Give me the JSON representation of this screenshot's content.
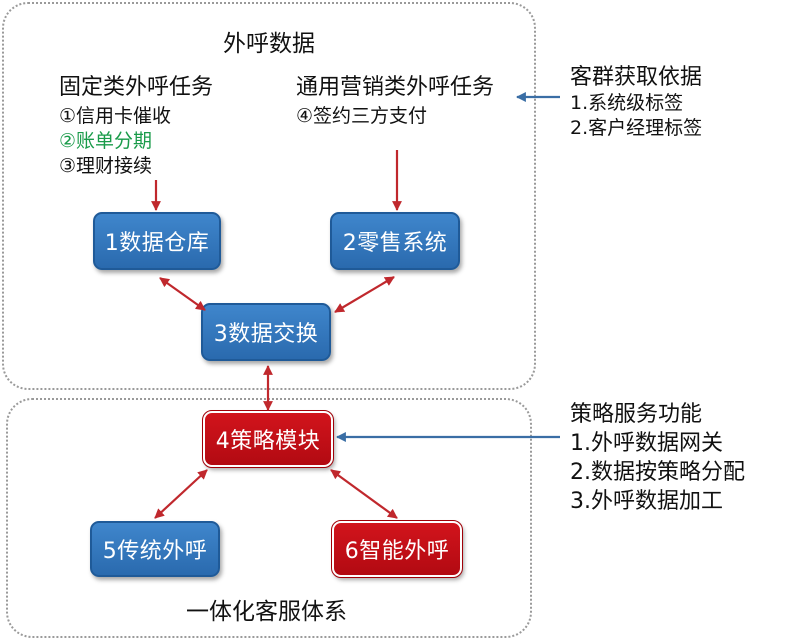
{
  "top_panel": {
    "title": "外呼数据"
  },
  "bottom_panel": {
    "title": "一体化客服体系"
  },
  "fixed_tasks": {
    "heading": "固定类外呼任务",
    "items": [
      "①信用卡催收",
      "②账单分期",
      "③理财接续"
    ]
  },
  "marketing_tasks": {
    "heading": "通用营销类外呼任务",
    "items": [
      "④签约三方支付"
    ]
  },
  "customer_basis": {
    "heading": "客群获取依据",
    "items": [
      "1.系统级标签",
      "2.客户经理标签"
    ]
  },
  "strategy_functions": {
    "heading": "策略服务功能",
    "items": [
      "1.外呼数据网关",
      "2.数据按策略分配",
      "3.外呼数据加工"
    ]
  },
  "nodes": {
    "warehouse": "1数据仓库",
    "retail": "2零售系统",
    "exchange": "3数据交换",
    "strategy": "4策略模块",
    "traditional": "5传统外呼",
    "smart": "6智能外呼"
  },
  "colors": {
    "node_blue": "#2f74bb",
    "node_red": "#c40f17",
    "arrow_red": "#c0282d",
    "arrow_blue": "#3a6ea5",
    "highlight_text": "#1a9b4a"
  }
}
